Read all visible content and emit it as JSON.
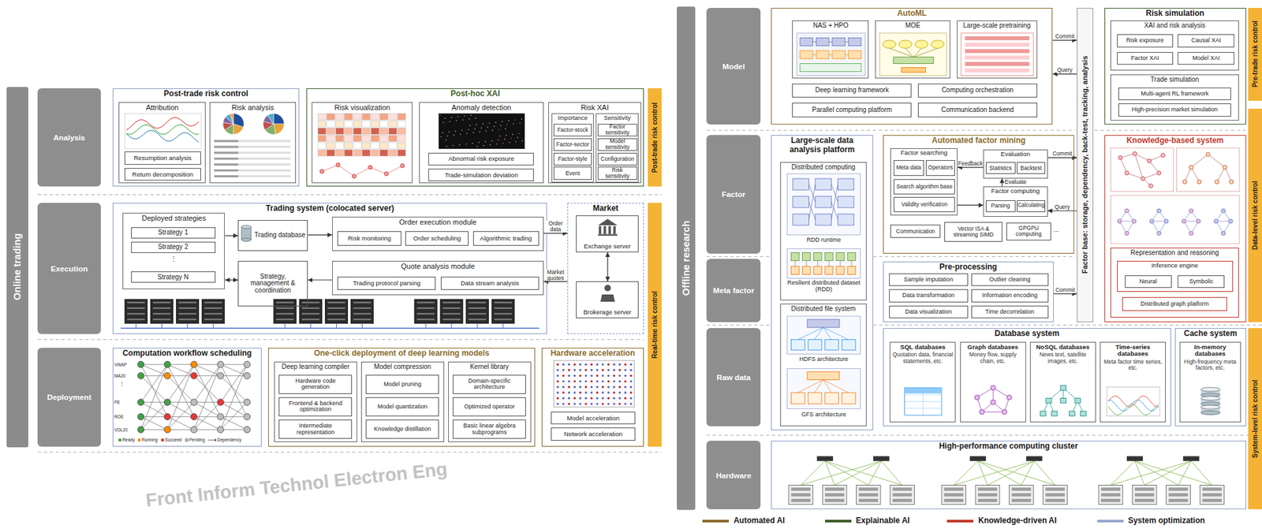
{
  "diagram": {
    "nodes": [
      {
        "text": [
          "Online trading"
        ]
      },
      {
        "text": [
          "Analysis"
        ]
      },
      {
        "text": [
          "Execution"
        ]
      },
      {
        "text": [
          "Deployment"
        ]
      },
      {
        "text": [
          "Post-trade risk control"
        ]
      },
      {
        "text": [
          "Attribution"
        ],
        "in": 4
      },
      {
        "text": [
          "Resumption analysis"
        ],
        "in": 5
      },
      {
        "text": [
          "Return decomposition"
        ],
        "in": 5
      },
      {
        "text": [
          "Risk analysis"
        ],
        "in": 4
      },
      {
        "text": [
          "Post-hoc XAI"
        ]
      },
      {
        "text": [
          "Risk visualization"
        ],
        "in": 9
      },
      {
        "text": [
          "Anomaly detection"
        ],
        "in": 9
      },
      {
        "text": [
          "Abnormal risk exposure"
        ],
        "in": 11
      },
      {
        "text": [
          "Trade-simulation deviation"
        ],
        "in": 11
      },
      {
        "text": [
          "Risk XAI"
        ],
        "in": 9
      },
      {
        "text": [
          "Importance"
        ],
        "in": 14
      },
      {
        "text": [
          "Factor-stock"
        ],
        "in": 15
      },
      {
        "text": [
          "Factor-sector"
        ],
        "in": 15
      },
      {
        "text": [
          "Factor-style"
        ],
        "in": 15
      },
      {
        "text": [
          "Event"
        ],
        "in": 15
      },
      {
        "text": [
          "Sensitivity"
        ],
        "in": 14
      },
      {
        "text": [
          "Factor sensitivity"
        ],
        "in": 20
      },
      {
        "text": [
          "Model sensitivity"
        ],
        "in": 20
      },
      {
        "text": [
          "Configuration"
        ],
        "in": 20
      },
      {
        "text": [
          "Risk sensitivity"
        ],
        "in": 20
      },
      {
        "text": [
          "Post-trade risk control"
        ]
      },
      {
        "text": [
          "Trading system (colocated server)"
        ]
      },
      {
        "text": [
          "Deployed strategies"
        ],
        "in": 26
      },
      {
        "text": [
          "Strategy 1"
        ],
        "in": 27
      },
      {
        "text": [
          "Strategy 2"
        ],
        "in": 27
      },
      {
        "text": [
          "Strategy N"
        ],
        "in": 27
      },
      {
        "text": [
          "Trading database"
        ],
        "in": 26
      },
      {
        "text": [
          "Strategy, management & coordination"
        ],
        "in": 26
      },
      {
        "text": [
          "Order execution module"
        ],
        "in": 26
      },
      {
        "text": [
          "Risk monitoring"
        ],
        "in": 33
      },
      {
        "text": [
          "Order scheduling"
        ],
        "in": 33
      },
      {
        "text": [
          "Algorithmic trading"
        ],
        "in": 33
      },
      {
        "text": [
          "Quote analysis module"
        ],
        "in": 26
      },
      {
        "text": [
          "Trading protocol parsing"
        ],
        "in": 37
      },
      {
        "text": [
          "Data stream analysis"
        ],
        "in": 37
      },
      {
        "text": [
          "Market"
        ]
      },
      {
        "text": [
          "Exchange server"
        ],
        "in": 40
      },
      {
        "text": [
          "Brokerage server"
        ],
        "in": 40
      },
      {
        "text": [
          "Real-time risk control"
        ]
      },
      {
        "text": [
          "Computation workflow scheduling"
        ]
      },
      {
        "text": [
          "One-click deployment of deep learning models"
        ]
      },
      {
        "text": [
          "Deep learning compiler"
        ],
        "in": 45
      },
      {
        "text": [
          "Hardware code generation"
        ],
        "in": 46
      },
      {
        "text": [
          "Frontend & backend optimization"
        ],
        "in": 46
      },
      {
        "text": [
          "Intermediate representation"
        ],
        "in": 46
      },
      {
        "text": [
          "Model compression"
        ],
        "in": 45
      },
      {
        "text": [
          "Model pruning"
        ],
        "in": 50
      },
      {
        "text": [
          "Model quantization"
        ],
        "in": 50
      },
      {
        "text": [
          "Knowledge distillation"
        ],
        "in": 50
      },
      {
        "text": [
          "Kernel library"
        ],
        "in": 45
      },
      {
        "text": [
          "Domain-specific architecture"
        ],
        "in": 54
      },
      {
        "text": [
          "Optimized operator"
        ],
        "in": 54
      },
      {
        "text": [
          "Basic linear algebra subprograms"
        ],
        "in": 54
      },
      {
        "text": [
          "Hardware acceleration"
        ]
      },
      {
        "text": [
          "Model acceleration"
        ],
        "in": 58
      },
      {
        "text": [
          "Network acceleration"
        ],
        "in": 58
      },
      {
        "text": [
          "Offline research"
        ]
      },
      {
        "text": [
          "Model"
        ]
      },
      {
        "text": [
          "Factor"
        ]
      },
      {
        "text": [
          "Meta factor"
        ]
      },
      {
        "text": [
          "Raw data"
        ]
      },
      {
        "text": [
          "Hardware"
        ]
      },
      {
        "text": [
          "AutoML"
        ]
      },
      {
        "text": [
          "NAS + HPO"
        ],
        "in": 67
      },
      {
        "text": [
          "MOE"
        ],
        "in": 67
      },
      {
        "text": [
          "Large-scale pretraining"
        ],
        "in": 67
      },
      {
        "text": [
          "Deep learning framework"
        ],
        "in": 67
      },
      {
        "text": [
          "Computing orchestration"
        ],
        "in": 67
      },
      {
        "text": [
          "Parallel computing platform"
        ],
        "in": 67
      },
      {
        "text": [
          "Communication backend"
        ],
        "in": 67
      },
      {
        "text": [
          "Factor base: storage, dependency, back-test, tracking, analysis"
        ]
      },
      {
        "text": [
          "Risk simulation"
        ]
      },
      {
        "text": [
          "XAI and risk analysis"
        ],
        "in": 76
      },
      {
        "text": [
          "Risk exposure"
        ],
        "in": 77
      },
      {
        "text": [
          "Causal XAI"
        ],
        "in": 77
      },
      {
        "text": [
          "Factor XAI"
        ],
        "in": 77
      },
      {
        "text": [
          "Model XAI"
        ],
        "in": 77
      },
      {
        "text": [
          "Trade simulation"
        ],
        "in": 76
      },
      {
        "text": [
          "Multi-agent RL framework"
        ],
        "in": 82
      },
      {
        "text": [
          "High-precision market simulation"
        ],
        "in": 82
      },
      {
        "text": [
          "Pre-trade risk control"
        ]
      },
      {
        "text": [
          "Large-scale data analysis platform"
        ]
      },
      {
        "text": [
          "Distributed computing"
        ],
        "in": 86
      },
      {
        "text": [
          "Distributed file system"
        ],
        "in": 86
      },
      {
        "text": [
          "Automated factor mining"
        ]
      },
      {
        "text": [
          "Factor searching"
        ],
        "in": 89
      },
      {
        "text": [
          "Meta data"
        ],
        "in": 90
      },
      {
        "text": [
          "Operators"
        ],
        "in": 90
      },
      {
        "text": [
          "Search algorithm base"
        ],
        "in": 90
      },
      {
        "text": [
          "Validity verification"
        ],
        "in": 90
      },
      {
        "text": [
          "Evaluation"
        ],
        "in": 89
      },
      {
        "text": [
          "Statistics"
        ],
        "in": 95
      },
      {
        "text": [
          "Backtest"
        ],
        "in": 95
      },
      {
        "text": [
          "Factor computing"
        ],
        "in": 89
      },
      {
        "text": [
          "Parsing"
        ],
        "in": 98
      },
      {
        "text": [
          "Calculating"
        ],
        "in": 98
      },
      {
        "text": [
          "Communication"
        ],
        "in": 89
      },
      {
        "text": [
          "Vector ISA & streaming SIMD"
        ],
        "in": 89
      },
      {
        "text": [
          "GPGPU computing"
        ],
        "in": 89
      },
      {
        "text": [
          "Pre-processing"
        ]
      },
      {
        "text": [
          "Sample imputation"
        ],
        "in": 104
      },
      {
        "text": [
          "Outlier cleaning"
        ],
        "in": 104
      },
      {
        "text": [
          "Data transformation"
        ],
        "in": 104
      },
      {
        "text": [
          "Information encoding"
        ],
        "in": 104
      },
      {
        "text": [
          "Data visualization"
        ],
        "in": 104
      },
      {
        "text": [
          "Time decorrelation"
        ],
        "in": 104
      },
      {
        "text": [
          "Knowledge-based system"
        ]
      },
      {
        "text": [
          "Representation and reasoning"
        ],
        "in": 111
      },
      {
        "text": [
          "Inference engine"
        ],
        "in": 112
      },
      {
        "text": [
          "Neural"
        ],
        "in": 113
      },
      {
        "text": [
          "Symbolic"
        ],
        "in": 113
      },
      {
        "text": [
          "Distributed graph platform"
        ],
        "in": 112
      },
      {
        "text": [
          "Data-level risk control"
        ]
      },
      {
        "text": [
          "Database system"
        ]
      },
      {
        "text": [
          "SQL databases",
          "Quotation data, financial statements, etc."
        ],
        "in": 118
      },
      {
        "text": [
          "Graph databases",
          "Money flow, supply chain, etc."
        ],
        "in": 118
      },
      {
        "text": [
          "NoSQL databases",
          "News text, satellite images, etc."
        ],
        "in": 118
      },
      {
        "text": [
          "Time-series databases",
          "Meta factor time series, etc."
        ],
        "in": 118
      },
      {
        "text": [
          "Cache system"
        ]
      },
      {
        "text": [
          "In-memory databases",
          "High-frequency meta factors, etc."
        ],
        "in": 123
      },
      {
        "text": [
          "System-level risk control"
        ]
      },
      {
        "text": [
          "High-performance computing cluster"
        ]
      }
    ],
    "edges": [
      {
        "from": 27,
        "to": 31,
        "arrow": "to"
      },
      {
        "from": 27,
        "to": 32,
        "arrow": "both"
      },
      {
        "from": 31,
        "to": 33,
        "arrow": "to"
      },
      {
        "from": 37,
        "to": 32,
        "arrow": "to"
      },
      {
        "from": 33,
        "to": 40,
        "label": "Order data",
        "arrow": "to"
      },
      {
        "from": 40,
        "to": 37,
        "label": "Market quotes",
        "arrow": "to"
      },
      {
        "from": 41,
        "to": 42,
        "arrow": "both"
      },
      {
        "from": 67,
        "to": 75,
        "label": "Commit",
        "arrow": "to"
      },
      {
        "from": 75,
        "to": 67,
        "label": "Query",
        "arrow": "to"
      },
      {
        "from": 95,
        "to": 90,
        "label": "Feedback",
        "arrow": "to"
      },
      {
        "from": 90,
        "to": 98,
        "arrow": "to"
      },
      {
        "from": 98,
        "to": 95,
        "label": "Evaluate",
        "arrow": "to"
      },
      {
        "from": 95,
        "to": 75,
        "label": "Commit",
        "arrow": "to"
      },
      {
        "from": 75,
        "to": 98,
        "label": "Query",
        "arrow": "to"
      },
      {
        "from": 104,
        "to": 75,
        "label": "Commit",
        "arrow": "to"
      }
    ],
    "labels": [
      "⋮",
      "VWAP",
      "MA20",
      "⋮",
      "PE",
      "ROE",
      "VOL20",
      "Ready",
      "Running",
      "Succeed",
      "Pending",
      "Dependency",
      "RDD runtime",
      "Resilient distributed dataset (RDD)",
      "HDFS architecture",
      "GFS architecture",
      "...",
      "Front Inform Technol Electron Eng"
    ],
    "legend": [
      {
        "text": "Automated AI",
        "color": "#8a6a2b"
      },
      {
        "text": "Explainable AI",
        "color": "#3d5c28"
      },
      {
        "text": "Knowledge-driven AI",
        "color": "#c0392b"
      },
      {
        "text": "System optimization",
        "color": "#9aa6cc"
      }
    ]
  }
}
